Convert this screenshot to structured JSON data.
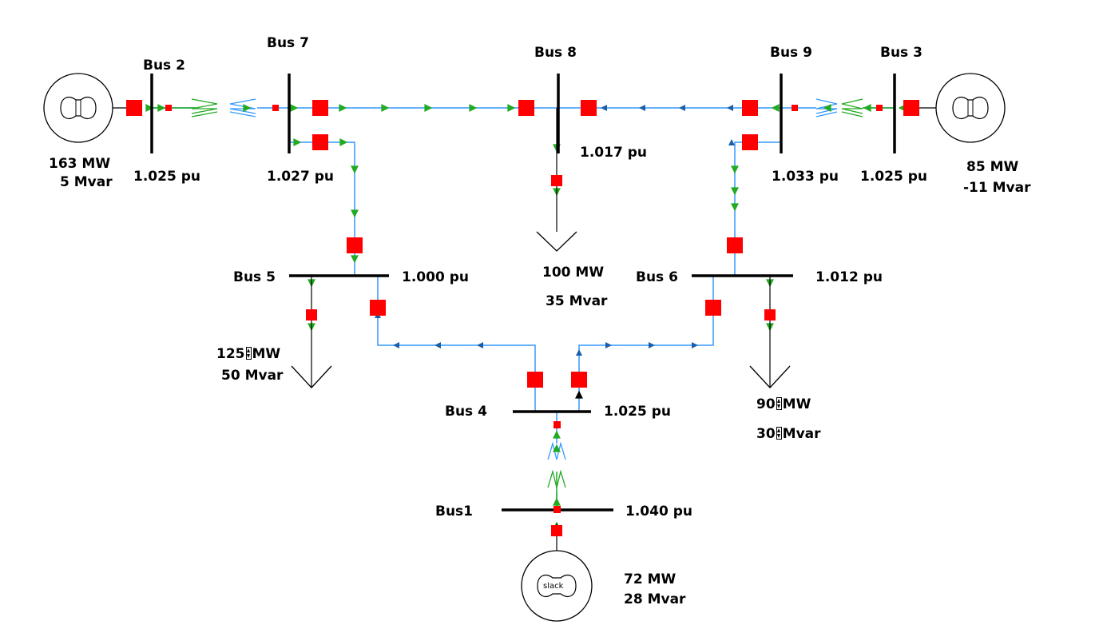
{
  "buses": {
    "bus1": {
      "name": "Bus1",
      "voltage": "1.040 pu"
    },
    "bus2": {
      "name": "Bus 2",
      "voltage": "1.025 pu"
    },
    "bus3": {
      "name": "Bus 3",
      "voltage": "1.025 pu"
    },
    "bus4": {
      "name": "Bus 4",
      "voltage": "1.025 pu"
    },
    "bus5": {
      "name": "Bus 5",
      "voltage": "1.000 pu"
    },
    "bus6": {
      "name": "Bus 6",
      "voltage": "1.012 pu"
    },
    "bus7": {
      "name": "Bus 7",
      "voltage": "1.027 pu"
    },
    "bus8": {
      "name": "Bus 8",
      "voltage": "1.017 pu"
    },
    "bus9": {
      "name": "Bus 9",
      "voltage": "1.033 pu"
    }
  },
  "generators": {
    "gen1": {
      "mw": "72 MW",
      "mvar": "28 Mvar",
      "tag": "slack"
    },
    "gen2": {
      "mw": "163 MW",
      "mvar": "5 Mvar"
    },
    "gen3": {
      "mw": "85 MW",
      "mvar": "-11 Mvar"
    }
  },
  "loads": {
    "load5": {
      "mw_value": "125",
      "mw_unit": "MW",
      "mvar": "50 Mvar"
    },
    "load6": {
      "mw_value": "90",
      "mw_unit": "MW",
      "mvar_value": "30",
      "mvar_unit": "Mvar"
    },
    "load8": {
      "mw": "100 MW",
      "mvar": "35 Mvar"
    }
  },
  "colors": {
    "bus_bar": "#000000",
    "line": "#3399ff",
    "breaker": "#ff0000",
    "flow_arrow": "#22aa22",
    "transformer_primary": "#22aa22",
    "transformer_secondary": "#3399ff"
  }
}
